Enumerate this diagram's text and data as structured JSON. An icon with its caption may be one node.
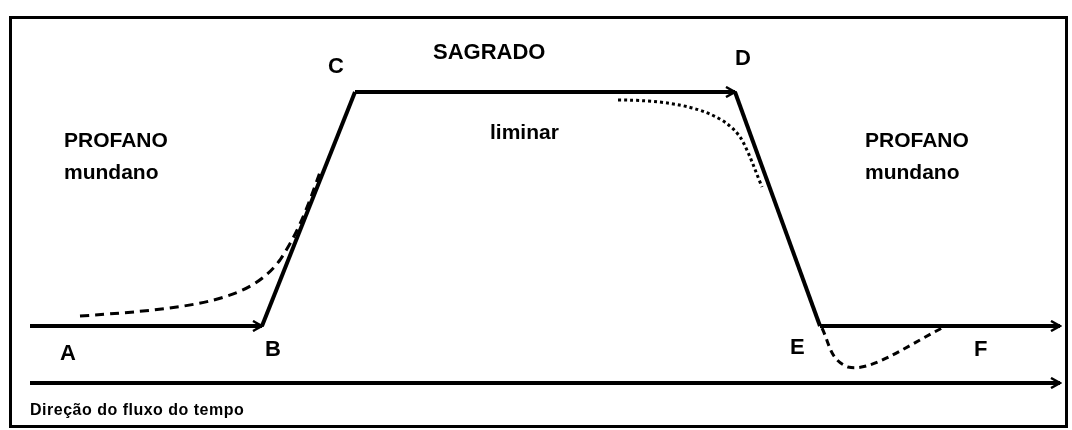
{
  "diagram": {
    "nodes": [
      {
        "text": [
          "A"
        ]
      },
      {
        "text": [
          "B"
        ]
      },
      {
        "text": [
          "C"
        ]
      },
      {
        "text": [
          "D"
        ]
      },
      {
        "text": [
          "E"
        ]
      },
      {
        "text": [
          "F"
        ]
      }
    ],
    "edges": [
      {
        "from": 0,
        "to": 1,
        "arrow": "to"
      },
      {
        "from": 1,
        "to": 2,
        "arrow": "none"
      },
      {
        "from": 2,
        "to": 3,
        "arrow": "to"
      },
      {
        "from": 3,
        "to": 4,
        "arrow": "none"
      },
      {
        "from": 4,
        "to": 5,
        "arrow": "to"
      }
    ],
    "labels": [
      "SAGRADO",
      "PROFANO",
      "mundano",
      "liminar",
      "PROFANO",
      "mundano",
      "Direção do fluxo do tempo"
    ]
  }
}
